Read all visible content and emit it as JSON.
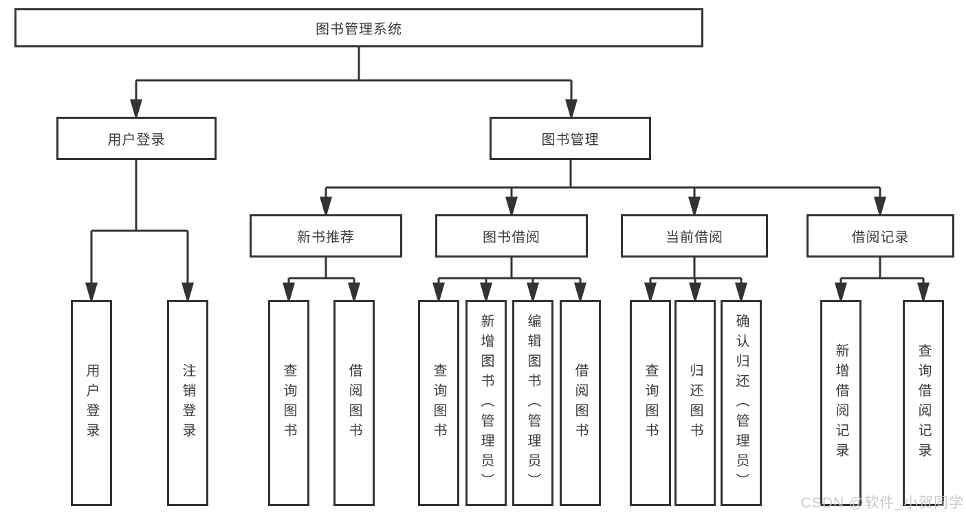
{
  "tree": {
    "root": {
      "label": "图书管理系统"
    },
    "branches": [
      {
        "label": "用户登录",
        "children": [
          {
            "label": "用户登录"
          },
          {
            "label": "注销登录"
          }
        ]
      },
      {
        "label": "图书管理",
        "children": [
          {
            "label": "新书推荐",
            "children": [
              {
                "label": "查询图书"
              },
              {
                "label": "借阅图书"
              }
            ]
          },
          {
            "label": "图书借阅",
            "children": [
              {
                "label": "查询图书"
              },
              {
                "label": "新增图书（管理员）"
              },
              {
                "label": "编辑图书（管理员）"
              },
              {
                "label": "借阅图书"
              }
            ]
          },
          {
            "label": "当前借阅",
            "children": [
              {
                "label": "查询图书"
              },
              {
                "label": "归还图书"
              },
              {
                "label": "确认归还（管理员）"
              }
            ]
          },
          {
            "label": "借阅记录",
            "children": [
              {
                "label": "新增借阅记录"
              },
              {
                "label": "查询借阅记录"
              }
            ]
          }
        ]
      }
    ]
  },
  "watermark": "CSDN @软件_小贺同学",
  "colors": {
    "line": "#333333",
    "box_border": "#333333",
    "text": "#3a3a3a",
    "watermark": "#c4c4c4",
    "background": "#ffffff"
  }
}
